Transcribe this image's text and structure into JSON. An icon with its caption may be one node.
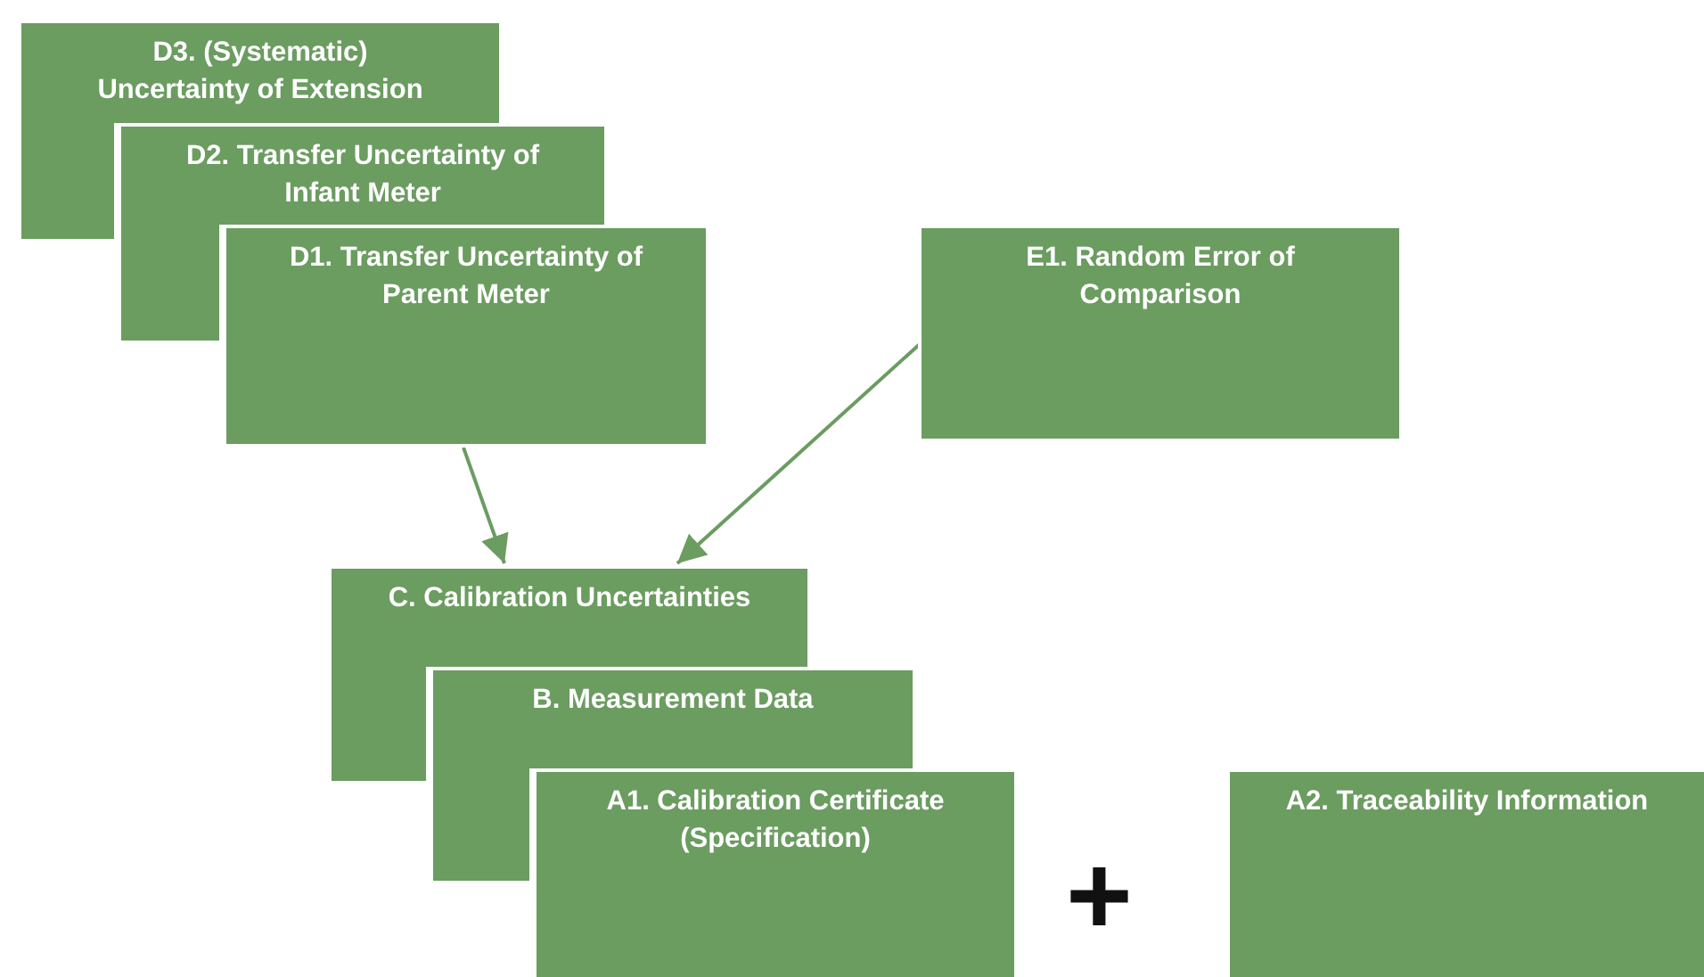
{
  "diagram": {
    "nodes": [
      {
        "text": [
          "D3. (Systematic) Uncertainty of Extension"
        ]
      },
      {
        "text": [
          "D2. Transfer Uncertainty of Infant Meter"
        ]
      },
      {
        "text": [
          "D1. Transfer Uncertainty of Parent Meter"
        ]
      },
      {
        "text": [
          "E1. Random Error of Comparison"
        ]
      },
      {
        "text": [
          "C. Calibration Uncertainties"
        ]
      },
      {
        "text": [
          "B. Measurement Data"
        ]
      },
      {
        "text": [
          "A1. Calibration Certificate (Specification)"
        ]
      },
      {
        "text": [
          "A2. Traceability Information"
        ]
      }
    ],
    "edges": [
      {
        "from": 2,
        "to": 4,
        "arrow": "to"
      },
      {
        "from": 3,
        "to": 4,
        "arrow": "to"
      }
    ],
    "labels": [
      "+"
    ]
  }
}
